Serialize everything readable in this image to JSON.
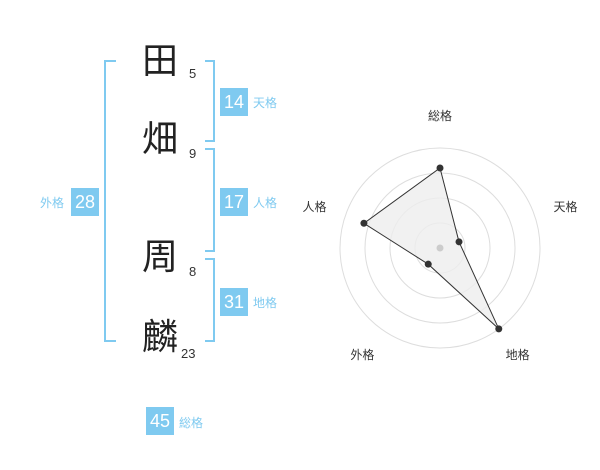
{
  "characters": [
    {
      "char": "田",
      "strokes": "5"
    },
    {
      "char": "畑",
      "strokes": "9"
    },
    {
      "char": "周",
      "strokes": "8"
    },
    {
      "char": "麟",
      "strokes": "23"
    }
  ],
  "fortunes": {
    "tenkaku": {
      "value": "14",
      "label": "天格"
    },
    "jinkaku": {
      "value": "17",
      "label": "人格"
    },
    "chikaku": {
      "value": "31",
      "label": "地格"
    },
    "gaikaku": {
      "value": "28",
      "label": "外格"
    },
    "soukaku": {
      "value": "45",
      "label": "総格"
    }
  },
  "colors": {
    "accent": "#7fcaf0",
    "line": "#333333",
    "fill": "#eeeeee",
    "grid": "#dddddd"
  },
  "chart_data": {
    "type": "radar",
    "axes": [
      "総格",
      "天格",
      "地格",
      "外格",
      "人格"
    ],
    "values": [
      4,
      1,
      5,
      1,
      4
    ],
    "range": [
      0,
      5
    ],
    "rings": 4
  }
}
